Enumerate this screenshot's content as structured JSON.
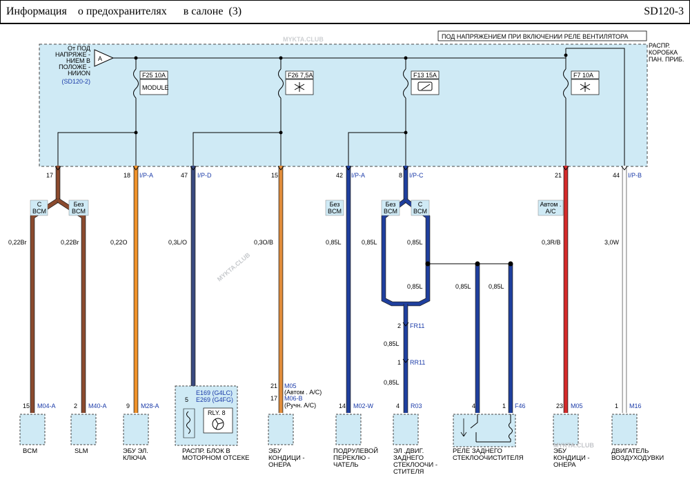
{
  "header": {
    "title": "Информация    о предохранителях      в салоне  (3)",
    "code": "SD120-3"
  },
  "watermark": "MYKTA.CLUB",
  "box": {
    "power_note": "ПОД НАПРЯЖЕНИЕМ  ПРИ ВКЛЮЧЕНИИ РЕЛЕ  ВЕНТИЛЯТОРА",
    "junction_lines": [
      "РАСПР.",
      "КОРОБКА",
      "ПАН. ПРИБ."
    ],
    "source_lines": [
      "От ПОД",
      "НАПРЯЖЕ -",
      "НИЕМ В",
      "ПОЛОЖЕ -",
      "НИИON"
    ],
    "source_ref": "(SD120-2)",
    "source_letter": "A"
  },
  "fuses": [
    {
      "id": "F25",
      "rating": "10A",
      "label": "F25 10A",
      "icon": "text",
      "text": "MODULE"
    },
    {
      "id": "F26",
      "rating": "7,5A",
      "label": "F26 7,5A",
      "icon": "snowflake-icon"
    },
    {
      "id": "F13",
      "rating": "15A",
      "label": "F13 15A",
      "icon": "wiper-icon"
    },
    {
      "id": "F7",
      "rating": "10A",
      "label": "F7 10A",
      "icon": "snowflake-icon"
    }
  ],
  "pins": [
    {
      "num": "17",
      "conn": ""
    },
    {
      "num": "18",
      "conn": "I/P-A"
    },
    {
      "num": "47",
      "conn": "I/P-D"
    },
    {
      "num": "15",
      "conn": ""
    },
    {
      "num": "42",
      "conn": "I/P-A"
    },
    {
      "num": "8",
      "conn": "I/P-C"
    },
    {
      "num": "21",
      "conn": ""
    },
    {
      "num": "44",
      "conn": "I/P-B"
    }
  ],
  "options": {
    "with_bcm": [
      "С",
      "BCM"
    ],
    "without_bcm": [
      "Без",
      "BCM"
    ],
    "auto_ac": [
      "Автом .",
      "A/C"
    ]
  },
  "wires": [
    {
      "spec": "0,22Br",
      "color": "#8b4a2e"
    },
    {
      "spec": "0,22Br",
      "color": "#8b4a2e"
    },
    {
      "spec": "0,22O",
      "color": "#f0922a"
    },
    {
      "spec": "0,3L/O",
      "color": "#3a4a80"
    },
    {
      "spec": "0,3O/B",
      "color": "#e08c3a"
    },
    {
      "spec": "0,85L",
      "color": "#1f3f9e"
    },
    {
      "spec": "0,85L",
      "color": "#1f3f9e"
    },
    {
      "spec": "0,85L",
      "color": "#1f3f9e"
    },
    {
      "spec": "0,85L",
      "color": "#1f3f9e"
    },
    {
      "spec": "0,85L",
      "color": "#1f3f9e"
    },
    {
      "spec": "0,85L",
      "color": "#1f3f9e"
    },
    {
      "spec": "0,85L",
      "color": "#1f3f9e"
    },
    {
      "spec": "0,85L",
      "color": "#1f3f9e"
    },
    {
      "spec": "0,3R/B",
      "color": "#d42a2a"
    },
    {
      "spec": "3,0W",
      "color": "#ffffff"
    }
  ],
  "inline_connectors": [
    {
      "pin": "2",
      "name": "FR11"
    },
    {
      "pin": "1",
      "name": "RR11"
    }
  ],
  "ac_variants": [
    {
      "pin": "21",
      "conn": "M05",
      "note": "(Автом . A/C)"
    },
    {
      "pin": "17",
      "conn": "M06-B",
      "note": "(Ручн. A/C)"
    }
  ],
  "relay_block": {
    "pin": "5",
    "conn_g4lc": "E169 (G4LC)",
    "conn_g4fg": "E269 (G4FG)",
    "relay": "RLY. 8"
  },
  "loads": [
    {
      "pin": "15",
      "conn": "M04-A",
      "label": [
        "BCM"
      ]
    },
    {
      "pin": "2",
      "conn": "M40-A",
      "label": [
        "SLM"
      ]
    },
    {
      "pin": "9",
      "conn": "M28-A",
      "label": [
        "ЭБУ ЭЛ.",
        "КЛЮЧА"
      ]
    },
    {
      "pin": "",
      "conn": "",
      "label": [
        "РАСПР. БЛОК  В",
        "МОТОРНОМ ОТСЕКЕ"
      ]
    },
    {
      "pin": "",
      "conn": "",
      "label": [
        "ЭБУ",
        "КОНДИЦИ -",
        "ОНЕРА"
      ]
    },
    {
      "pin": "14",
      "conn": "M02-W",
      "label": [
        "ПОДРУЛЕВОЙ",
        "ПЕРЕКЛЮ -",
        "ЧАТЕЛЬ"
      ]
    },
    {
      "pin": "4",
      "conn": "R03",
      "label": [
        "ЭЛ .ДВИГ.",
        "ЗАДНЕГО",
        "СТЕКЛООЧИ -",
        "СТИТЕЛЯ"
      ]
    },
    {
      "pin": "4",
      "pin2": "1",
      "conn": "F46",
      "label": [
        "РЕЛЕ  ЗАДНЕГО",
        "СТЕКЛООЧИСТИТЕЛЯ"
      ]
    },
    {
      "pin": "23",
      "conn": "M05",
      "label": [
        "ЭБУ",
        "КОНДИЦИ -",
        "ОНЕРА"
      ]
    },
    {
      "pin": "1",
      "conn": "M16",
      "label": [
        "ДВИГАТЕЛЬ",
        "ВОЗДУХОДУВКИ"
      ]
    }
  ]
}
